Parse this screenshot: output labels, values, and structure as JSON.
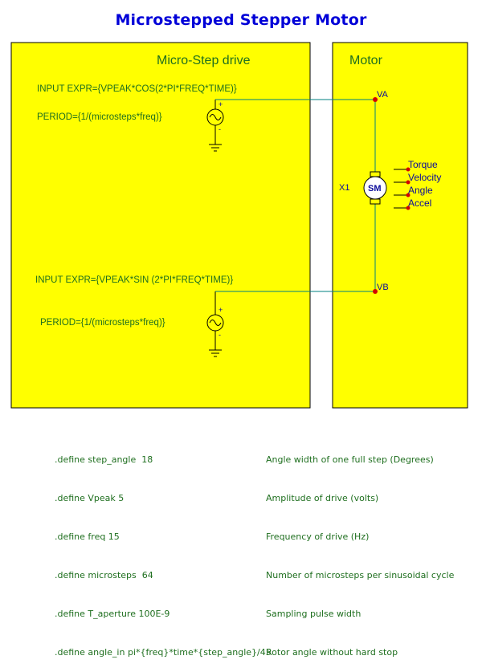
{
  "title": "Microstepped Stepper Motor",
  "drive_block": {
    "title": "Micro-Step drive",
    "source_a": {
      "expr": "INPUT EXPR={VPEAK*COS(2*PI*FREQ*TIME)}",
      "period": "PERIOD={1/(microsteps*freq)}",
      "plus": "+",
      "minus": "-"
    },
    "source_b": {
      "expr": "INPUT EXPR={VPEAK*SIN (2*PI*FREQ*TIME)}",
      "period": "PERIOD={1/(microsteps*freq)}",
      "plus": "+",
      "minus": "-"
    }
  },
  "motor_block": {
    "title": "Motor",
    "node_a": "VA",
    "node_b": "VB",
    "ref": "X1",
    "symbol": "SM",
    "outputs": [
      "Torque",
      "Velocity",
      "Angle",
      "Accel"
    ]
  },
  "defines": [
    {
      "code": ".define step_angle  18",
      "desc": "Angle width of one full step (Degrees)"
    },
    {
      "code": ".define Vpeak 5",
      "desc": "Amplitude of drive (volts)"
    },
    {
      "code": ".define freq 15",
      "desc": "Frequency of drive (Hz)"
    },
    {
      "code": ".define microsteps  64",
      "desc": "Number of microsteps per sinusoidal cycle"
    },
    {
      "code": ".define T_aperture 100E-9",
      "desc": "Sampling pulse width"
    },
    {
      "code": ".define angle_in pi*{freq}*time*{step_angle}/45",
      "desc": "Rotor angle without hard stop"
    }
  ],
  "colors": {
    "block_fill": "#ffff00",
    "wire": "#008080",
    "node": "#d40000",
    "title": "#0000d8",
    "text": "#1f6f1f"
  }
}
